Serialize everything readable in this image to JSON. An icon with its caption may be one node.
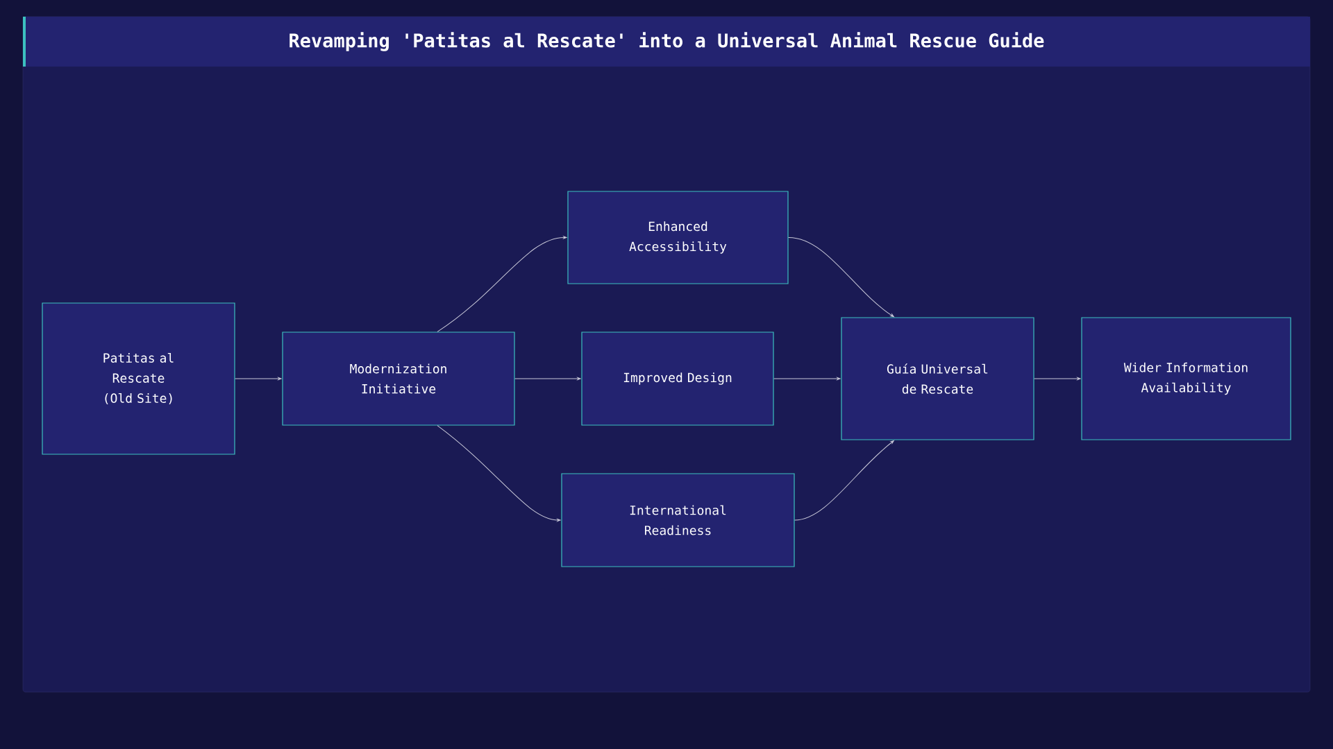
{
  "diagram": {
    "title": "Revamping 'Patitas al Rescate' into a Universal Animal Rescue Guide",
    "nodes": [
      {
        "text": [
          "Patitas al Rescate (Old Site)"
        ]
      },
      {
        "text": [
          "Modernization Initiative"
        ]
      },
      {
        "text": [
          "Enhanced Accessibility"
        ]
      },
      {
        "text": [
          "Improved Design"
        ]
      },
      {
        "text": [
          "International Readiness"
        ]
      },
      {
        "text": [
          "Guía Universal de Rescate"
        ]
      },
      {
        "text": [
          "Wider Information Availability"
        ]
      }
    ],
    "edges": [
      {
        "from": 0,
        "to": 1,
        "arrow": "to"
      },
      {
        "from": 1,
        "to": 2,
        "arrow": "to"
      },
      {
        "from": 1,
        "to": 3,
        "arrow": "to"
      },
      {
        "from": 1,
        "to": 4,
        "arrow": "to"
      },
      {
        "from": 2,
        "to": 5,
        "arrow": "to"
      },
      {
        "from": 3,
        "to": 5,
        "arrow": "to"
      },
      {
        "from": 4,
        "to": 5,
        "arrow": "to"
      },
      {
        "from": 5,
        "to": 6,
        "arrow": "to"
      }
    ]
  }
}
